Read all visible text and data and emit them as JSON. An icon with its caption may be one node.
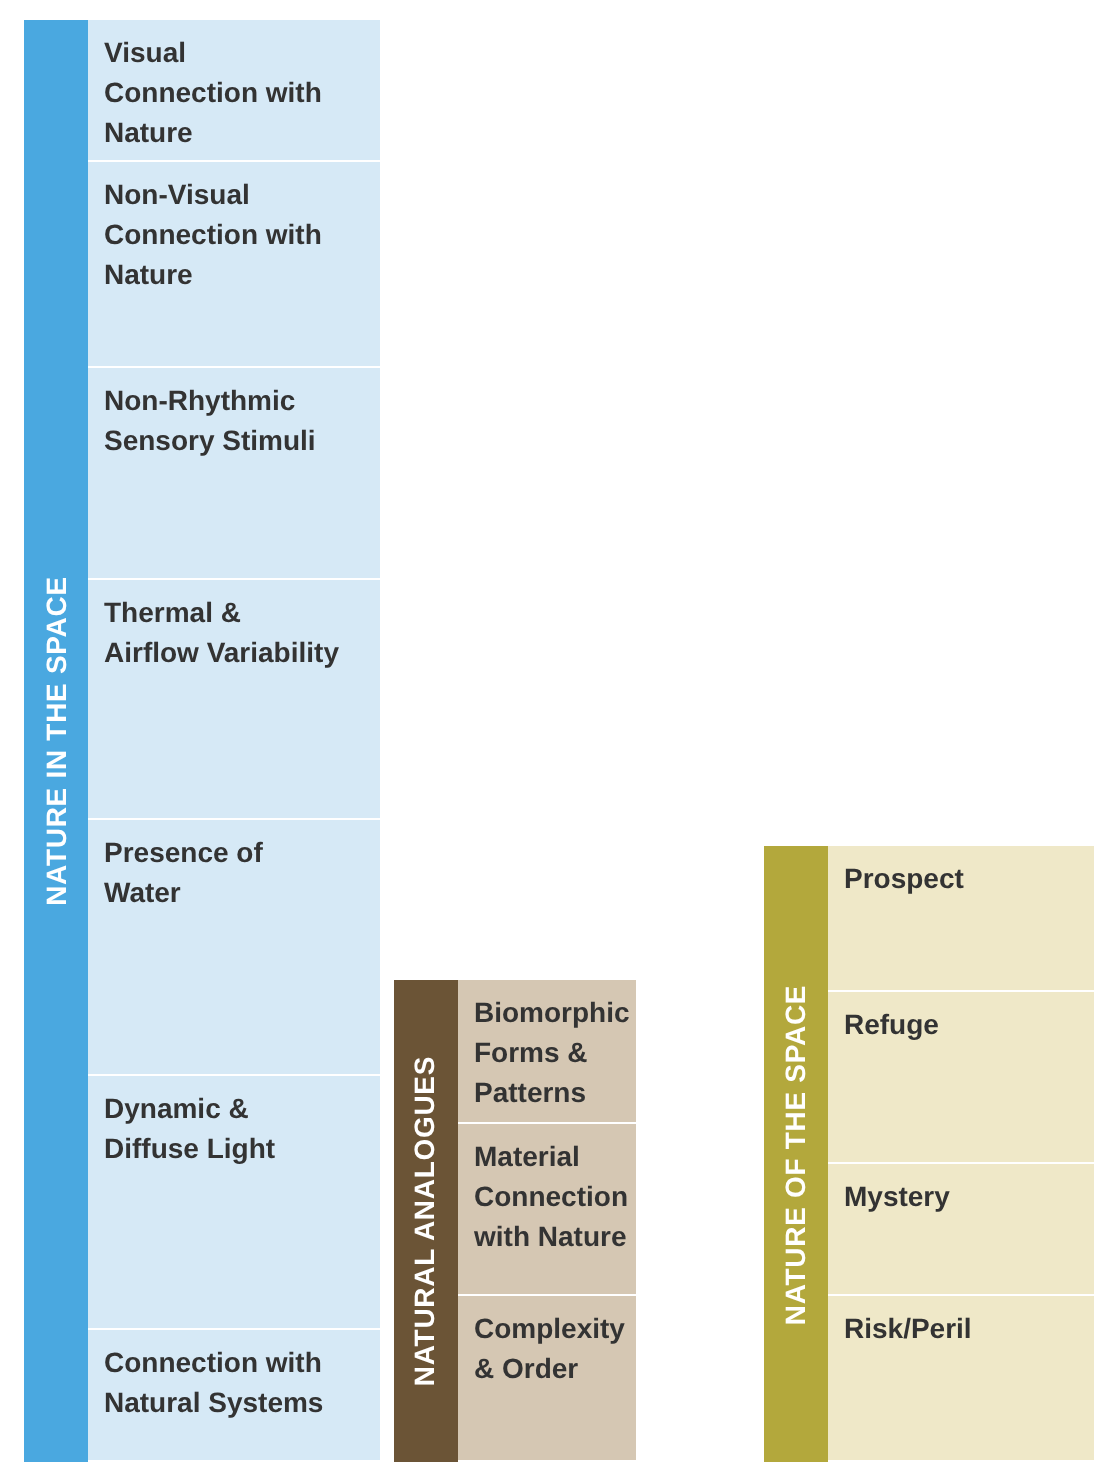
{
  "diagram": {
    "nodes": [
      {
        "text": [
          "NATURE IN THE SPACE"
        ]
      },
      {
        "text": [
          "Visual Connection with Nature"
        ],
        "in": 0
      },
      {
        "text": [
          "Non-Visual Connection with Nature"
        ],
        "in": 0
      },
      {
        "text": [
          "Non-Rhythmic Sensory Stimuli"
        ],
        "in": 0
      },
      {
        "text": [
          "Thermal & Airflow Variability"
        ],
        "in": 0
      },
      {
        "text": [
          "Presence of Water"
        ],
        "in": 0
      },
      {
        "text": [
          "Dynamic & Diffuse Light"
        ],
        "in": 0
      },
      {
        "text": [
          "Connection with Natural Systems"
        ],
        "in": 0
      },
      {
        "text": [
          "NATURAL ANALOGUES"
        ]
      },
      {
        "text": [
          "Biomorphic Forms & Patterns"
        ],
        "in": 8
      },
      {
        "text": [
          "Material Connection with Nature"
        ],
        "in": 8
      },
      {
        "text": [
          "Complexity & Order"
        ],
        "in": 8
      },
      {
        "text": [
          "NATURE OF THE SPACE"
        ]
      },
      {
        "text": [
          "Prospect"
        ],
        "in": 12
      },
      {
        "text": [
          "Refuge"
        ],
        "in": 12
      },
      {
        "text": [
          "Mystery"
        ],
        "in": 12
      },
      {
        "text": [
          "Risk/Peril"
        ],
        "in": 12
      }
    ]
  }
}
